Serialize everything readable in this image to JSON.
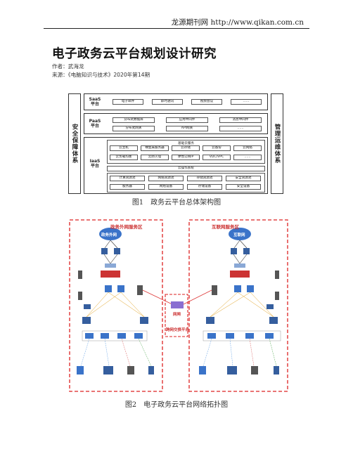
{
  "header": {
    "site": "龙源期刊网 http://www.qikan.com.cn"
  },
  "article": {
    "title": "电子政务云平台规划设计研究",
    "author": "作者：武海龙",
    "source": "来源：《电脑知识与技术》2020年第14期"
  },
  "figure1": {
    "left_bar": "安全保障体系",
    "right_bar": "管理运维体系",
    "saas": {
      "name": "SaaS 平台",
      "items": [
        "电子邮件",
        "即时通讯",
        "视频会议",
        "……"
      ]
    },
    "paas": {
      "name": "PaaS 平台",
      "row1": [
        "分布式数据库",
        "应用中间件",
        "消息中间件"
      ],
      "row2": [
        "分布式网关",
        "API网关",
        "……"
      ]
    },
    "iaas": {
      "name": "IaaS 平台",
      "group_title": "基础云服务",
      "row1": [
        "云主机",
        "裸金属服务器",
        "云存储",
        "云备份",
        "云网络"
      ],
      "row2": [
        "云负载均衡",
        "云防火墙",
        "弹性公网IP",
        "VDC/VPC",
        "……"
      ],
      "fabric": "云操作系统",
      "pool_row1": [
        "计算资源池",
        "网络资源池",
        "存储资源池",
        "安全资源池"
      ],
      "pool_row2": [
        "服务器",
        "网络设备",
        "存储设备",
        "安全设备"
      ]
    },
    "caption": "图1　政务云平台总体架构图"
  },
  "figure2": {
    "left_zone": "政务外网服务区",
    "right_zone": "互联网服务区",
    "left_cloud": "政务外网",
    "right_cloud": "互联网",
    "center_device": "网闸",
    "center_label": "跨网交换平台",
    "caption": "图2　电子政务云平台网络拓扑图"
  }
}
